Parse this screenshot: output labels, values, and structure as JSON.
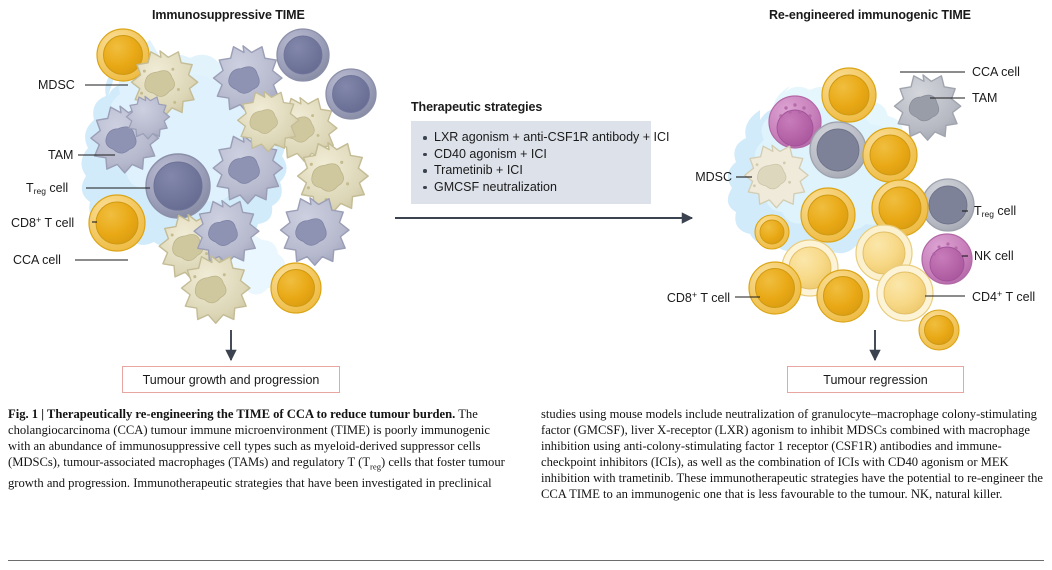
{
  "figure": {
    "panel_left_title": "Immunosuppressive TIME",
    "panel_right_title": "Re-engineered immunogenic TIME",
    "left_labels": [
      {
        "text": "MDSC",
        "sub": ""
      },
      {
        "text": "TAM",
        "sub": ""
      },
      {
        "text": "T",
        "sub": "reg",
        "suffix": " cell"
      },
      {
        "text": "CD8",
        "sup": "+",
        "suffix": " T cell"
      },
      {
        "text": "CCA cell",
        "sub": ""
      }
    ],
    "right_labels": [
      {
        "text": "CCA cell"
      },
      {
        "text": "TAM"
      },
      {
        "text": "T",
        "sub": "reg",
        "suffix": " cell"
      },
      {
        "text": "NK cell"
      },
      {
        "text": "CD4",
        "sup": "+",
        "suffix": " T cell"
      },
      {
        "text": "MDSC"
      },
      {
        "text": "CD8",
        "sup": "+",
        "suffix": " T cell"
      }
    ],
    "label_mdsc_left": "MDSC",
    "label_tam_left": "TAM",
    "label_treg_left": "T",
    "label_treg_left_sub": "reg",
    "label_treg_left_suffix": " cell",
    "label_cd8_left": "CD8",
    "label_cd8_left_sup": "+",
    "label_cd8_left_suffix": " T cell",
    "label_cca_left": "CCA cell",
    "label_mdsc_right": "MDSC",
    "label_cd8_right": "CD8",
    "label_cd8_right_sup": "+",
    "label_cd8_right_suffix": " T cell",
    "label_cca_right": "CCA cell",
    "label_tam_right": "TAM",
    "label_treg_right": "T",
    "label_treg_right_sub": "reg",
    "label_treg_right_suffix": " cell",
    "label_nk_right": "NK cell",
    "label_cd4_right": "CD4",
    "label_cd4_right_sup": "+",
    "label_cd4_right_suffix": " T cell",
    "outcome_left": "Tumour growth and progression",
    "outcome_right": "Tumour regression",
    "strategies": {
      "title": "Therapeutic strategies",
      "items": [
        "LXR agonism + anti-CSF1R antibody + ICI",
        "CD40 agonism + ICI",
        "Trametinib + ICI",
        "GMCSF neutralization"
      ]
    }
  },
  "colors": {
    "stroma_blue": "#cfe8f7",
    "stroma_blue_edge": "#9fd4ef",
    "mdsc_fill": "#ded9bd",
    "mdsc_nucleus": "#c8c096",
    "tam_fill": "#b9bbcf",
    "tam_nucleus": "#8f93b4",
    "treg_fill": "#9a9cb5",
    "treg_nucleus": "#6f7498",
    "cd8_fill": "#e8a917",
    "cd8_rim": "#f3c85a",
    "cd4_fill": "#f6d98a",
    "cd4_rim": "#f9e7b6",
    "nk_fill": "#c878b8",
    "nk_rim": "#e0a8d4",
    "tam_grey_fill": "#b9bcc4",
    "box_fill": "#dde1e9",
    "outcome_border": "#e8a6a0",
    "arrow": "#3c4350"
  },
  "caption": {
    "bold_lead": "Fig. 1 | Therapeutically re-engineering the TIME of CCA to reduce tumour burden.",
    "col1_rest": " The cholangiocarcinoma (CCA) tumour immune microenvironment (TIME) is poorly immunogenic with an abundance of immunosuppressive cell types such as myeloid-derived suppressor cells (MDSCs), tumour-associated macrophages (TAMs) and regulatory T (T",
    "col1_sub": "reg",
    "col1_tail": ") cells that foster tumour growth and progression. Immunotherapeutic strategies that have been investigated in preclinical studies using mouse models include neutralization",
    "col2": "of granulocyte–macrophage colony-stimulating factor (GMCSF), liver X-receptor (LXR) agonism to inhibit MDSCs combined with macrophage inhibition using anti-colony-stimulating factor 1 receptor (CSF1R) antibodies and immune-checkpoint inhibitors (ICIs), as well as the combination of ICIs with CD40 agonism or MEK inhibition with trametinib. These immunotherapeutic strategies have the potential to re-engineer the CCA TIME to an immunogenic one that is less favourable to the tumour. NK, natural killer."
  }
}
